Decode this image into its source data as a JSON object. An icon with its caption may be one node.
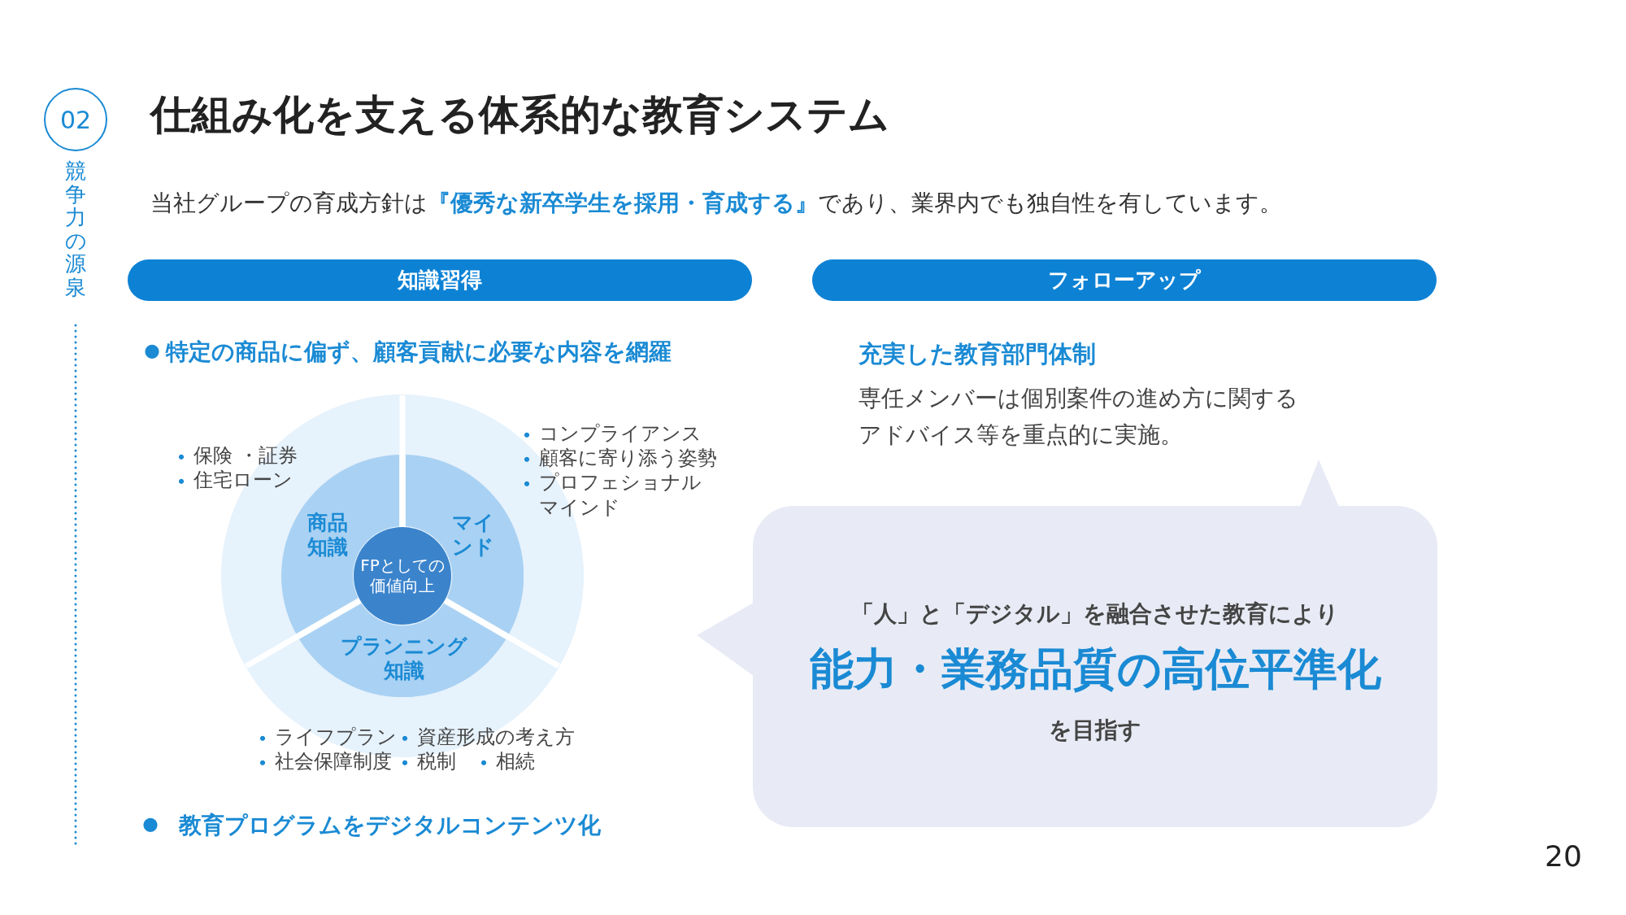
{
  "diagram": {
    "title": "仕組み化を支える体系的な教育システム",
    "nodes": [
      {
        "text": [
          "02"
        ]
      },
      {
        "text": [
          "知識習得"
        ]
      },
      {
        "text": [
          "フォローアップ"
        ]
      },
      {
        "text": [
          "商品知識"
        ]
      },
      {
        "text": [
          "マインド"
        ]
      },
      {
        "text": [
          "プランニング知識"
        ]
      },
      {
        "text": [
          "FPとしての価値向上"
        ]
      },
      {
        "text": [
          "「人」と「デジタル」を融合させた教育により",
          "能力・業務品質の高位平準化",
          "を目指す"
        ]
      }
    ],
    "labels": [
      "競争力の源泉",
      "当社グループの育成方針は**『優秀な新卒学生を採用・育成する』**であり、業界内でも独自性を有しています。",
      "特定の商品に偏ず、顧客貢献に必要な内容を網羅",
      "保険 ・証券",
      "住宅ローン",
      "コンプライアンス",
      "顧客に寄り添う姿勢",
      "プロフェショナルマインド",
      "ライフプラン",
      "資産形成の考え方",
      "社会保障制度",
      "税制",
      "相続",
      "充実した教育部門体制",
      "専任メンバーは個別案件の進め方に関するアドバイス等を重点的に実施。",
      "教育プログラムをデジタルコンテンツ化",
      "20"
    ]
  }
}
